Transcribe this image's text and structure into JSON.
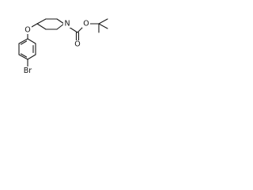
{
  "molecule": {
    "atoms": {
      "br": "Br",
      "o_ether": "O",
      "n_ring": "N",
      "o_carbonyl": "O",
      "o_ester": "O"
    },
    "colors": {
      "bond": "#1a1a1a",
      "text": "#111111",
      "background": "#ffffff"
    }
  }
}
